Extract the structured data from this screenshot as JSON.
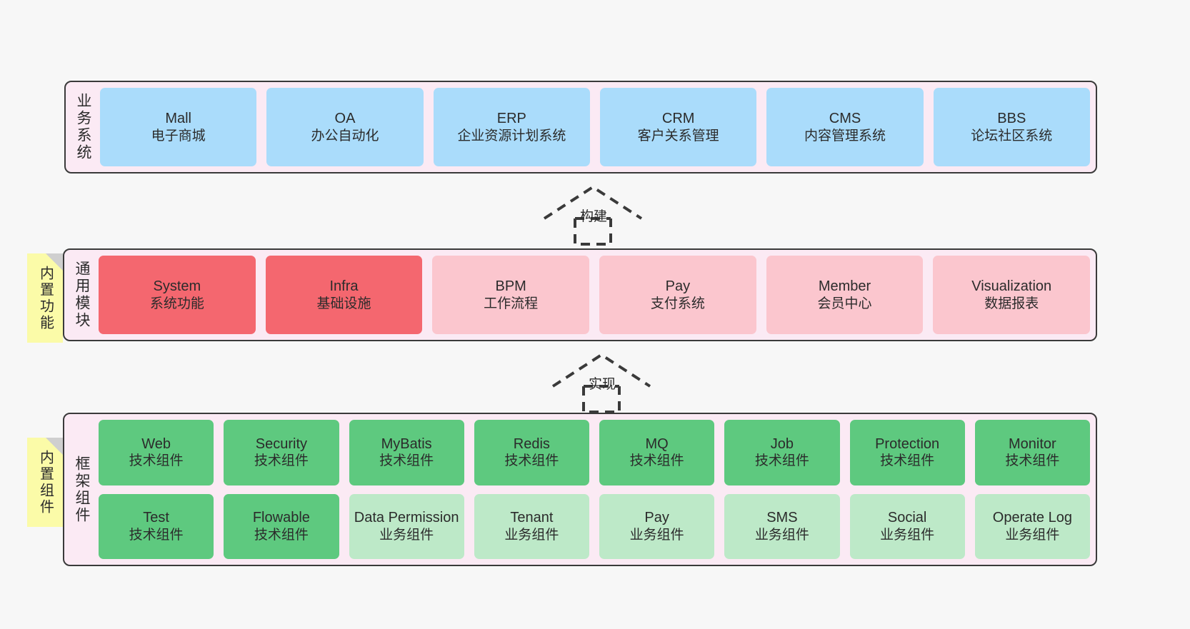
{
  "diagram": {
    "title": "Layered system architecture",
    "background": "#f7f7f7",
    "colors": {
      "layer_bg": "#fbeaf4",
      "layer_border": "#3a3a3a",
      "business": "#aadcfb",
      "module_active": "#f4676f",
      "module_plain": "#fbc6ce",
      "tech_component": "#5ec97f",
      "biz_component": "#bde9c8",
      "note": "#fbfba8",
      "note_fold": "#cfcfcf"
    }
  },
  "layers": [
    {
      "id": "business-system",
      "title": "业务系统",
      "rows": [
        [
          {
            "name": "Mall",
            "sub": "电子商城",
            "style": "c-blue"
          },
          {
            "name": "OA",
            "sub": "办公自动化",
            "style": "c-blue"
          },
          {
            "name": "ERP",
            "sub": "企业资源计划系统",
            "style": "c-blue"
          },
          {
            "name": "CRM",
            "sub": "客户关系管理",
            "style": "c-blue"
          },
          {
            "name": "CMS",
            "sub": "内容管理系统",
            "style": "c-blue"
          },
          {
            "name": "BBS",
            "sub": "论坛社区系统",
            "style": "c-blue"
          }
        ]
      ]
    },
    {
      "id": "common-modules",
      "title": "通用模块",
      "note": "内置功能",
      "rows": [
        [
          {
            "name": "System",
            "sub": "系统功能",
            "style": "c-red"
          },
          {
            "name": "Infra",
            "sub": "基础设施",
            "style": "c-red"
          },
          {
            "name": "BPM",
            "sub": "工作流程",
            "style": "c-pink"
          },
          {
            "name": "Pay",
            "sub": "支付系统",
            "style": "c-pink"
          },
          {
            "name": "Member",
            "sub": "会员中心",
            "style": "c-pink"
          },
          {
            "name": "Visualization",
            "sub": "数据报表",
            "style": "c-pink"
          }
        ]
      ]
    },
    {
      "id": "framework-components",
      "title": "框架组件",
      "note": "内置组件",
      "rows": [
        [
          {
            "name": "Web",
            "sub": "技术组件",
            "style": "c-green"
          },
          {
            "name": "Security",
            "sub": "技术组件",
            "style": "c-green"
          },
          {
            "name": "MyBatis",
            "sub": "技术组件",
            "style": "c-green"
          },
          {
            "name": "Redis",
            "sub": "技术组件",
            "style": "c-green"
          },
          {
            "name": "MQ",
            "sub": "技术组件",
            "style": "c-green"
          },
          {
            "name": "Job",
            "sub": "技术组件",
            "style": "c-green"
          },
          {
            "name": "Protection",
            "sub": "技术组件",
            "style": "c-green"
          },
          {
            "name": "Monitor",
            "sub": "技术组件",
            "style": "c-green"
          }
        ],
        [
          {
            "name": "Test",
            "sub": "技术组件",
            "style": "c-green"
          },
          {
            "name": "Flowable",
            "sub": "技术组件",
            "style": "c-green"
          },
          {
            "name": "Data Permission",
            "sub": "业务组件",
            "style": "c-greenlight"
          },
          {
            "name": "Tenant",
            "sub": "业务组件",
            "style": "c-greenlight"
          },
          {
            "name": "Pay",
            "sub": "业务组件",
            "style": "c-greenlight"
          },
          {
            "name": "SMS",
            "sub": "业务组件",
            "style": "c-greenlight"
          },
          {
            "name": "Social",
            "sub": "业务组件",
            "style": "c-greenlight"
          },
          {
            "name": "Operate Log",
            "sub": "业务组件",
            "style": "c-greenlight"
          }
        ]
      ]
    }
  ],
  "connectors": [
    {
      "id": "build",
      "label": "构建"
    },
    {
      "id": "implement",
      "label": "实现"
    }
  ]
}
